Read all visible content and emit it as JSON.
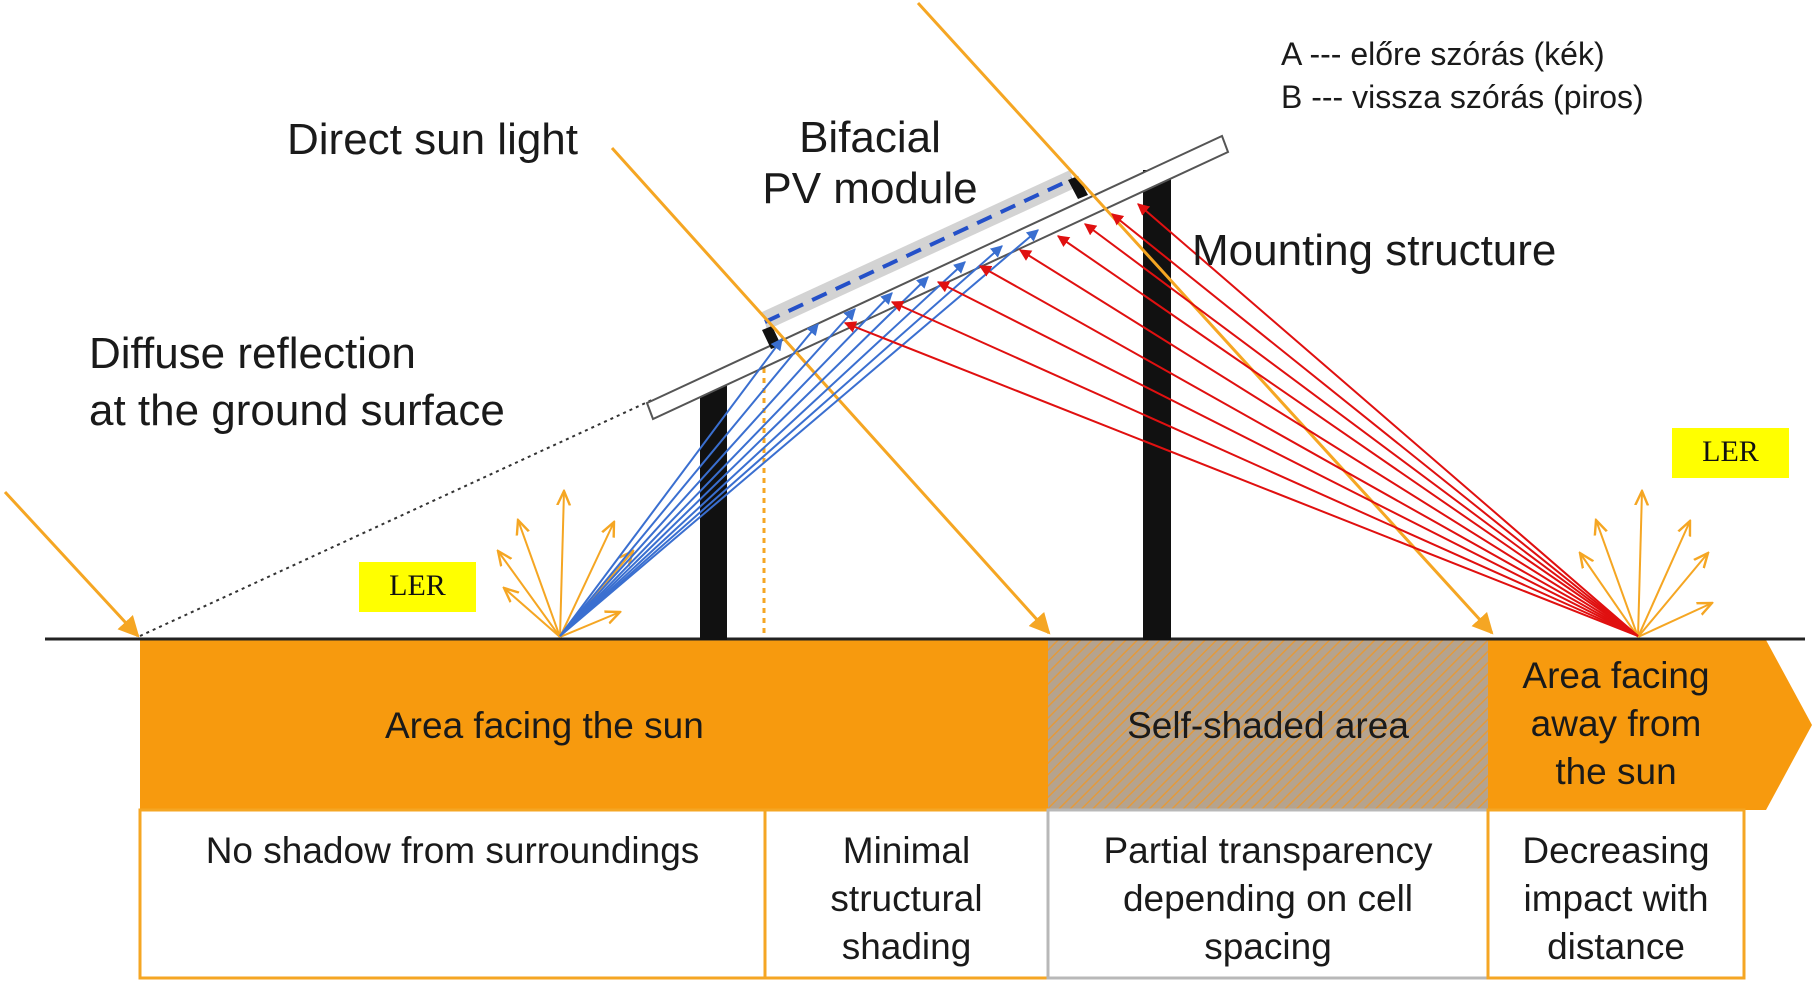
{
  "labels": {
    "direct_sun": "Direct sun light",
    "bifacial": "Bifacial\nPV module",
    "mounting": "Mounting structure",
    "diffuse": "Diffuse reflection\nat the ground surface"
  },
  "legend": {
    "a": "A --- előre szórás (kék)",
    "b": "B --- vissza szórás (piros)"
  },
  "ler_left": "LER",
  "ler_right": "LER",
  "zones": {
    "facing_sun": "Area facing the sun",
    "self_shaded": "Self-shaded area",
    "facing_away": "Area facing\naway from\nthe sun"
  },
  "cells": {
    "no_shadow": "No shadow from surroundings",
    "minimal": "Minimal\nstructural\nshading",
    "partial": "Partial transparency\ndepending on cell\nspacing",
    "decreasing": "Decreasing\nimpact with\ndistance"
  },
  "colors": {
    "sun_ray": "#f5a623",
    "zone_fill": "#f79a0e",
    "forward_scatter": "#3a6fd0",
    "back_scatter": "#e01010",
    "ler_bg": "#ffff00"
  }
}
